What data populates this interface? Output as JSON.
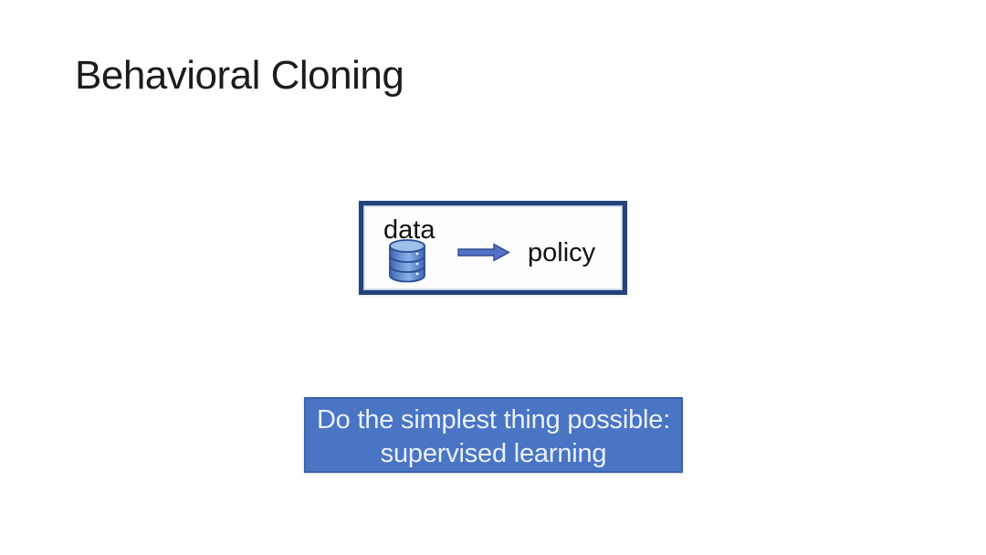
{
  "slide": {
    "title": "Behavioral Cloning",
    "diagram": {
      "data_label": "data",
      "policy_label": "policy",
      "icons": {
        "database": "database-icon",
        "arrow": "right-arrow-icon"
      }
    },
    "callout": {
      "line1": "Do the simplest thing possible:",
      "line2": "supervised learning"
    },
    "colors": {
      "background": "#ffffff",
      "title_text": "#1c1c1c",
      "diagram_border": "#24427c",
      "diagram_text": "#111111",
      "arrow_fill": "#5571c6",
      "arrow_outline": "#2e4d8e",
      "database_blue": "#4a7ac8",
      "callout_bg": "#4a74c4",
      "callout_border": "#3c63aa",
      "callout_text": "#e9f1fb"
    }
  }
}
